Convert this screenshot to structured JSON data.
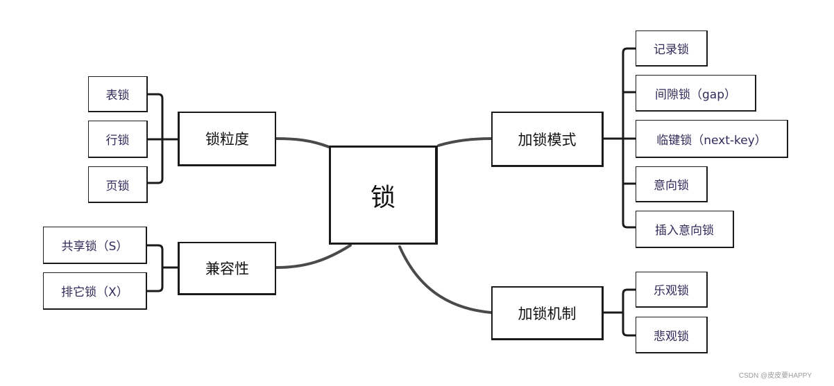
{
  "center": "锁",
  "branches": [
    {
      "label": "锁粒度",
      "children": [
        "表锁",
        "行锁",
        "页锁"
      ]
    },
    {
      "label": "兼容性",
      "children": [
        "共享锁（S）",
        "排它锁（X）"
      ]
    },
    {
      "label": "加锁模式",
      "children": [
        "记录锁",
        "间隙锁（gap）",
        "临键锁（next-key）",
        "意向锁",
        "插入意向锁"
      ]
    },
    {
      "label": "加锁机制",
      "children": [
        "乐观锁",
        "悲观锁"
      ]
    }
  ],
  "watermark": "CSDN @皮皮要HAPPY",
  "colors": {
    "connector": "#4a4a4a",
    "bracket": "#1a1a1a",
    "leaf_text": "#2f2a58",
    "node_text": "#111111"
  }
}
